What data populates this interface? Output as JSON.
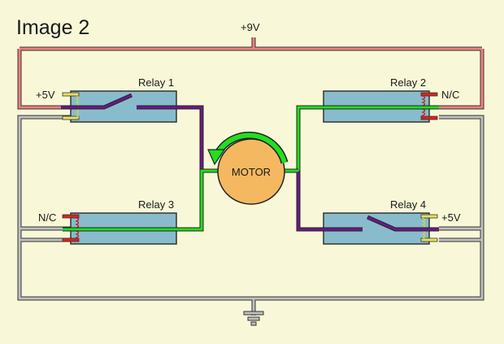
{
  "title": "Image 2",
  "supply_label": "+9V",
  "motor": {
    "label": "MOTOR",
    "rotation": "counter-clockwise"
  },
  "ground": {
    "symbol": "ground-icon"
  },
  "relays": [
    {
      "name": "Relay 1",
      "pin_label": "+5V",
      "state": "energized",
      "switch": "open-contact",
      "coil_color": "#e8e060"
    },
    {
      "name": "Relay 2",
      "pin_label": "N/C",
      "state": "normally-closed",
      "switch": "closed",
      "coil_color": "#e02020"
    },
    {
      "name": "Relay 3",
      "pin_label": "N/C",
      "state": "normally-closed",
      "switch": "closed",
      "coil_color": "#e02020"
    },
    {
      "name": "Relay 4",
      "pin_label": "+5V",
      "state": "energized",
      "switch": "open-contact",
      "coil_color": "#e8e060"
    }
  ],
  "wire_colors": {
    "positive": "#f08080",
    "ground": "#b8b8b8",
    "active_path": "#20e020",
    "inactive_path": "#6a1a8a",
    "relay_body": "#88bccc",
    "motor": "#f4b860",
    "background": "#f8f8d8"
  }
}
